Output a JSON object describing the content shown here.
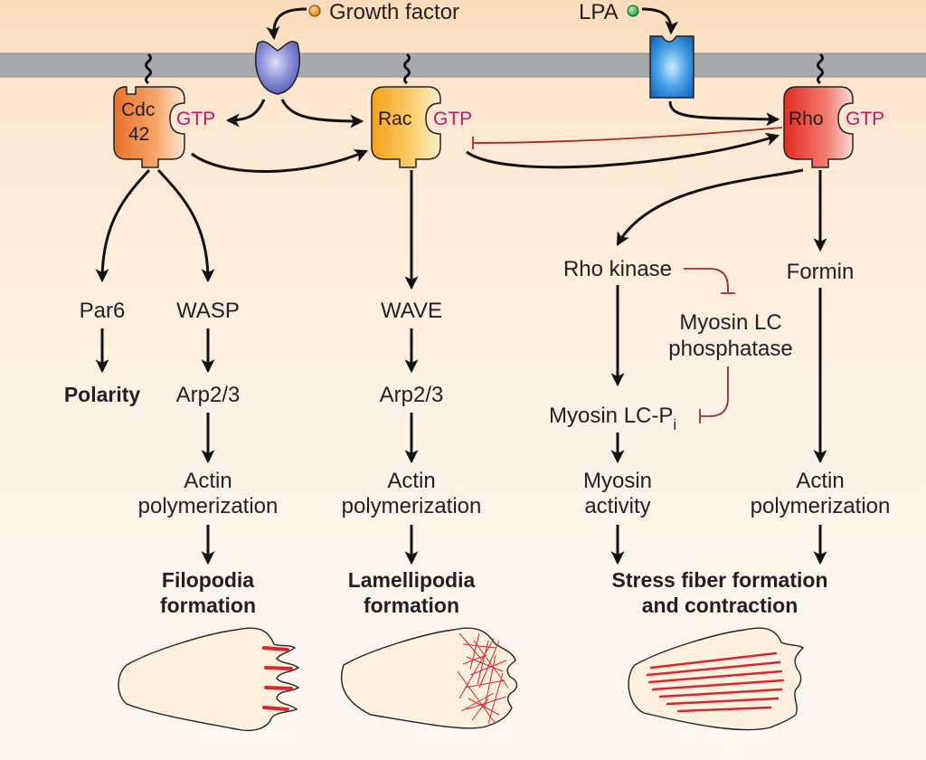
{
  "signals": {
    "growth_factor": "Growth factor",
    "lpa": "LPA"
  },
  "gtpases": {
    "cdc42": {
      "line1": "Cdc",
      "line2": "42",
      "gtp": "GTP"
    },
    "rac": {
      "name": "Rac",
      "gtp": "GTP"
    },
    "rho": {
      "name": "Rho",
      "gtp": "GTP"
    }
  },
  "cdc42_branch": {
    "par6": "Par6",
    "polarity": "Polarity",
    "wasp": "WASP",
    "arp": "Arp2/3",
    "actin_line1": "Actin",
    "actin_line2": "polymerization",
    "outcome_line1": "Filopodia",
    "outcome_line2": "formation"
  },
  "rac_branch": {
    "wave": "WAVE",
    "arp": "Arp2/3",
    "actin_line1": "Actin",
    "actin_line2": "polymerization",
    "outcome_line1": "Lamellipodia",
    "outcome_line2": "formation"
  },
  "rho_branch": {
    "rho_kinase": "Rho kinase",
    "phosphatase_line1": "Myosin LC",
    "phosphatase_line2": "phosphatase",
    "myosin_lc_p": "Myosin LC-P",
    "myosin_lc_p_sub": "i",
    "myosin_line1": "Myosin",
    "myosin_line2": "activity",
    "formin": "Formin",
    "actin_line1": "Actin",
    "actin_line2": "polymerization",
    "outcome_line1": "Stress fiber formation",
    "outcome_line2": "and contraction"
  },
  "colors": {
    "membrane": "#a7a9ac",
    "cdc42": "#f08a3c",
    "rac": "#f7b733",
    "rho": "#e8342a",
    "gtp_text": "#c2186b",
    "gf_receptor": "#6a6fc4",
    "lpa_receptor": "#1e7fd1",
    "actin_fibers": "#d7282f",
    "inhibition": "#a52a2a"
  }
}
